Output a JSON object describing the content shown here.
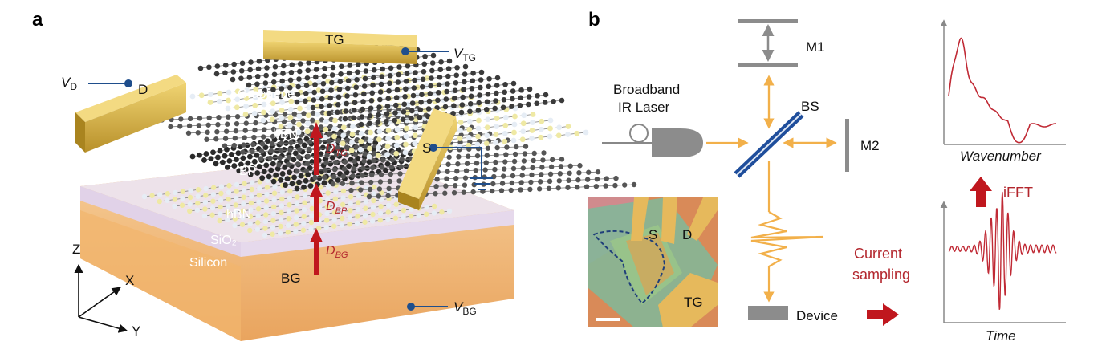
{
  "panel_a": {
    "letter": "a",
    "terminals": {
      "tg": "TG",
      "d": "D",
      "s": "S",
      "bg": "BG"
    },
    "voltages": {
      "v_tg": {
        "main": "V",
        "sub": "TG"
      },
      "v_d": {
        "main": "V",
        "sub": "D"
      },
      "v_bg": {
        "main": "V",
        "sub": "BG"
      }
    },
    "layers": {
      "graphene": "Graphene",
      "hbn_top": "hBN",
      "bp": "BP",
      "hbn_bottom": "hBN",
      "sio2": "SiO₂",
      "silicon": "Silicon"
    },
    "fields": {
      "d_tg": {
        "main": "D",
        "sub": "TG"
      },
      "d_bp": {
        "main": "D",
        "sub": "BP"
      },
      "d_bg": {
        "main": "D",
        "sub": "BG"
      }
    },
    "axes": {
      "z": "Z",
      "x": "X",
      "y": "Y"
    },
    "colors": {
      "gold": "#d8b53c",
      "silicon": "#f3c38a",
      "oxide": "#ebe2ef",
      "carbon": "#3a3a3a",
      "boron": "#e6edf5",
      "nitrogen": "#efe9a4",
      "field_arrow": "#c0171e",
      "wire": "#1f4e8c"
    }
  },
  "panel_b": {
    "letter": "b",
    "laser": {
      "line1": "Broadband",
      "line2": "IR Laser"
    },
    "mirror1": "M1",
    "mirror2": "M2",
    "beamsplitter": "BS",
    "device": "Device",
    "current": {
      "line1": "Current",
      "line2": "sampling"
    },
    "ifft": "iFFT",
    "inset": {
      "s": "S",
      "d": "D",
      "tg": "TG"
    },
    "plots": {
      "top_xlabel": "Wavenumber",
      "bottom_xlabel": "Time"
    },
    "colors": {
      "beam": "#f2b04a",
      "mirror": "#8c8c8c",
      "bs": "#1f4e9c",
      "signal": "#c02a35",
      "arrow_red": "#c0171e"
    }
  }
}
